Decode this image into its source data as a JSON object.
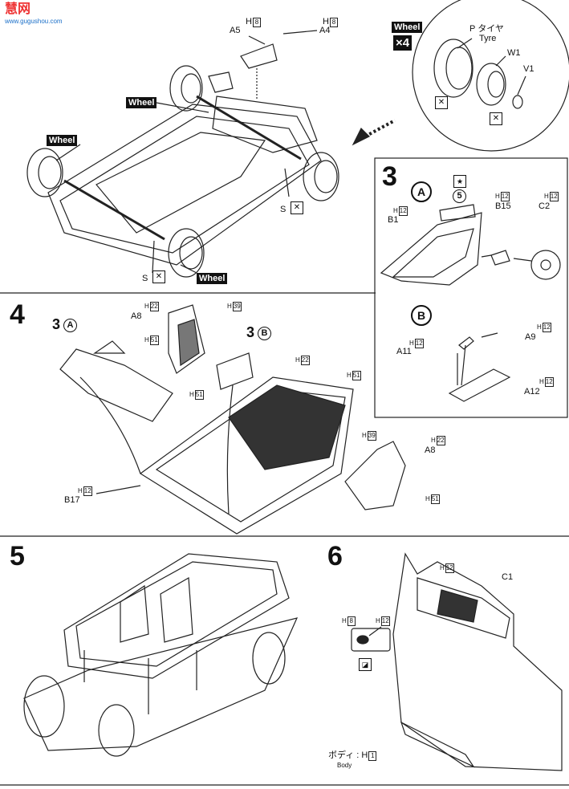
{
  "watermark": {
    "name": "慧网",
    "url": "www.gugushou.com"
  },
  "step2": {
    "labels": {
      "a5": "A5",
      "a4": "A4",
      "s1": "S",
      "s2": "S",
      "h8a": "8",
      "h8b": "8",
      "h": "H"
    },
    "wheel_tags": [
      "Wheel",
      "Wheel",
      "Wheel",
      "Wheel"
    ],
    "callout": {
      "tag": "Wheel",
      "count": "×4",
      "p_label": "P タイヤ",
      "p_en": "Tyre",
      "w1": "W1",
      "v1": "V1"
    }
  },
  "step3": {
    "number": "3",
    "sub_a": "A",
    "sub_b": "B",
    "labels": {
      "b1": "B1",
      "b15": "B15",
      "c2": "C2",
      "a9": "A9",
      "a11": "A11",
      "a12": "A12"
    },
    "paints": {
      "b1": "12",
      "b15": "12",
      "c2": "12",
      "a9": "12",
      "a11": "12",
      "a12": "12"
    },
    "circled_5": "5"
  },
  "step4": {
    "number": "4",
    "ref_a": "3",
    "ref_a_letter": "A",
    "ref_b": "3",
    "ref_b_letter": "B",
    "labels": {
      "a8_top": "A8",
      "a8_right": "A8",
      "b17": "B17"
    },
    "paints": {
      "h22a": "22",
      "h39a": "39",
      "h51a": "51",
      "h22b": "22",
      "h51b": "51",
      "h51c": "51",
      "h39b": "39",
      "h22c": "22",
      "h51d": "51",
      "h12": "12"
    }
  },
  "step5": {
    "number": "5"
  },
  "step6": {
    "number": "6",
    "c1": "C1",
    "h12": "12",
    "h8": "8",
    "h12b": "12",
    "body_jp": "ボディ : H",
    "body_paint": "1",
    "body_en": "Body"
  }
}
